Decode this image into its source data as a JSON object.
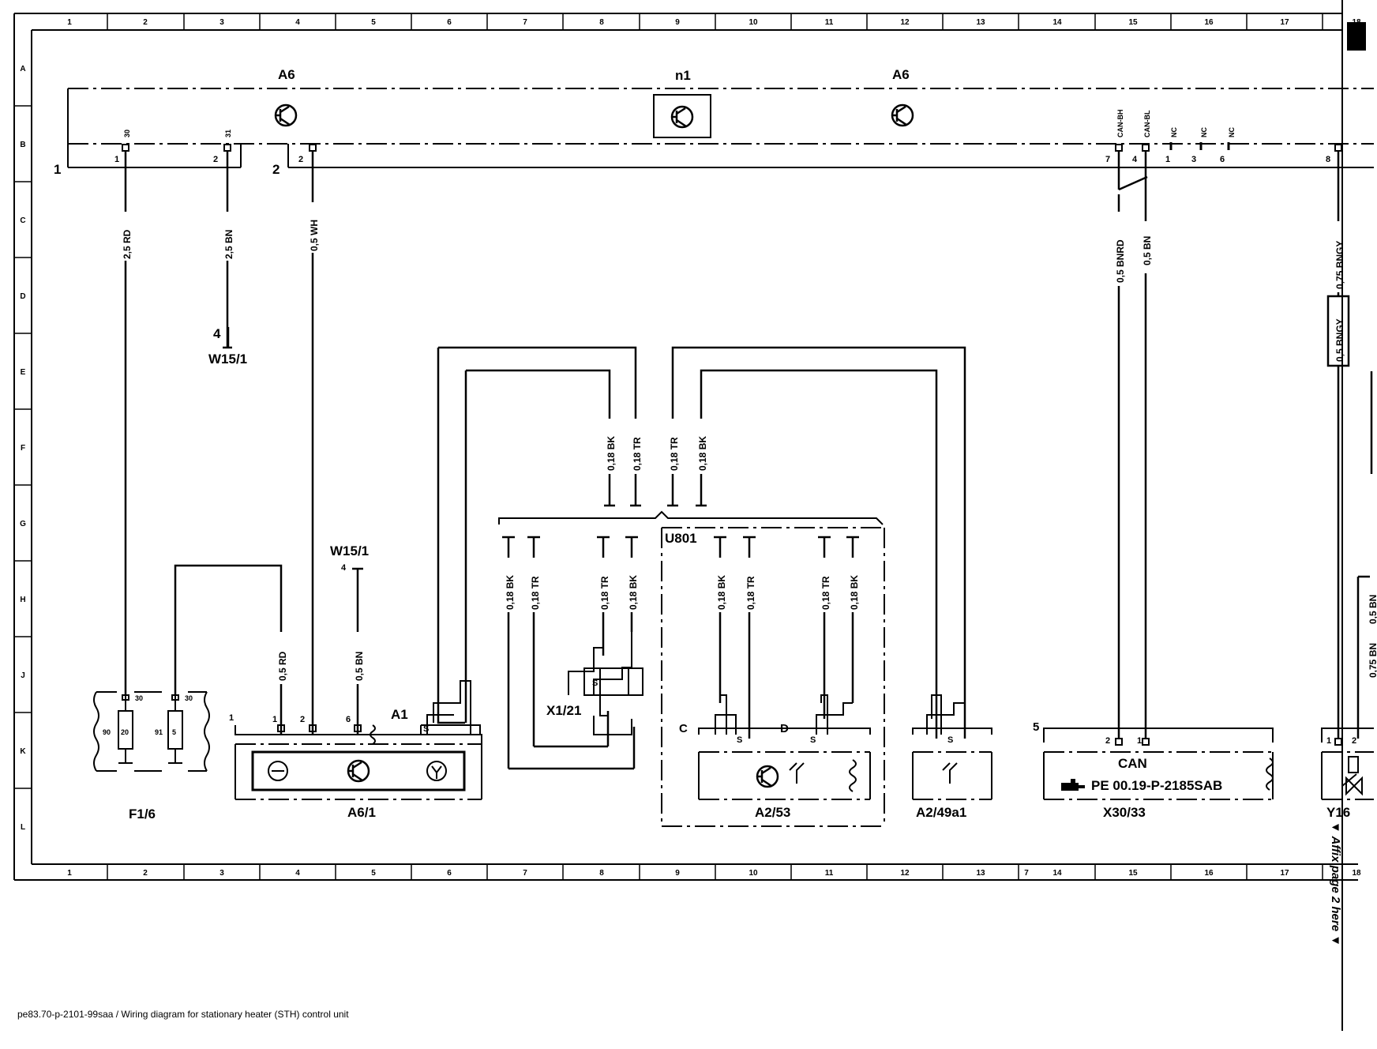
{
  "grid": {
    "columns": [
      "1",
      "2",
      "3",
      "4",
      "5",
      "6",
      "7",
      "8",
      "9",
      "10",
      "11",
      "12",
      "13",
      "14",
      "15",
      "16",
      "17",
      "18"
    ],
    "rows": [
      "A",
      "B",
      "C",
      "D",
      "E",
      "F",
      "G",
      "H",
      "J",
      "K",
      "L"
    ],
    "bottom_extra": "7"
  },
  "components": {
    "a6_left": "A6",
    "n1": "n1",
    "a6_right": "A6",
    "w15_1_top": "W15/1",
    "w15_1_mid": "W15/1",
    "f1_6": "F1/6",
    "a6_1": "A6/1",
    "a1": "A1",
    "x1_21": "X1/21",
    "u801": "U801",
    "a2_53": "A2/53",
    "a2_49a1": "A2/49a1",
    "x30_33": "X30/33",
    "y16": "Y16"
  },
  "connectors": {
    "conn_1": "1",
    "conn_2": "2",
    "conn_5": "5",
    "conn_c": "C",
    "conn_d": "D"
  },
  "wires": {
    "w_30": "2,5 RD",
    "w_31": "2,5 BN",
    "w_wh": "0,5 WH",
    "w_canh": "0,5 BNRD",
    "w_canl": "0,5 BN",
    "w_bngy1": "0,75 BNGY",
    "w_bngy2": "0,5 BNGY",
    "w_f1": "0,18 BK",
    "w_f2": "0,18 TR",
    "w_f3": "0,18 TR",
    "w_f4": "0,18 BK",
    "w_h1": "0,18 BK",
    "w_h2": "0,18 TR",
    "w_h3": "0,18 TR",
    "w_h4": "0,18 BK",
    "w_h5": "0,18 BK",
    "w_h6": "0,18 TR",
    "w_h7": "0,18 TR",
    "w_h8": "0,18 BK",
    "w_rd": "0,5 RD",
    "w_bn": "0,5 BN",
    "w_edge1": "0,5 BN",
    "w_edge2": "0,75 BN"
  },
  "pins": {
    "top_30": "30",
    "top_31": "31",
    "canbh": "CAN-BH",
    "canbl": "CAN-BL",
    "nc1": "NC",
    "nc2": "NC",
    "nc3": "NC",
    "p1": "1",
    "p2a": "2",
    "p2b": "2",
    "p7": "7",
    "p4": "4",
    "p1b": "1",
    "p3": "3",
    "p6": "6",
    "p8": "8",
    "w15_top_pin": "4",
    "w15_mid_pin": "4",
    "a61_p1": "1",
    "a61_p2": "2",
    "a61_p6": "6",
    "x30_p2": "2",
    "x30_p1": "1",
    "y16_p1": "1",
    "y16_p2": "2",
    "f_90": "90",
    "f_20": "20",
    "f_30a": "30",
    "f_91": "91",
    "f_5": "5",
    "f_30b": "30",
    "s1": "S",
    "s2": "S",
    "s3": "S",
    "s4": "S",
    "s5": "S"
  },
  "can_label": "CAN",
  "pe_ref": "PE 00.19-P-2185SAB",
  "footer": "pe83.70-p-2101-99saa / Wiring diagram for stationary heater (STH) control unit",
  "affix": "Affix page 2 here"
}
